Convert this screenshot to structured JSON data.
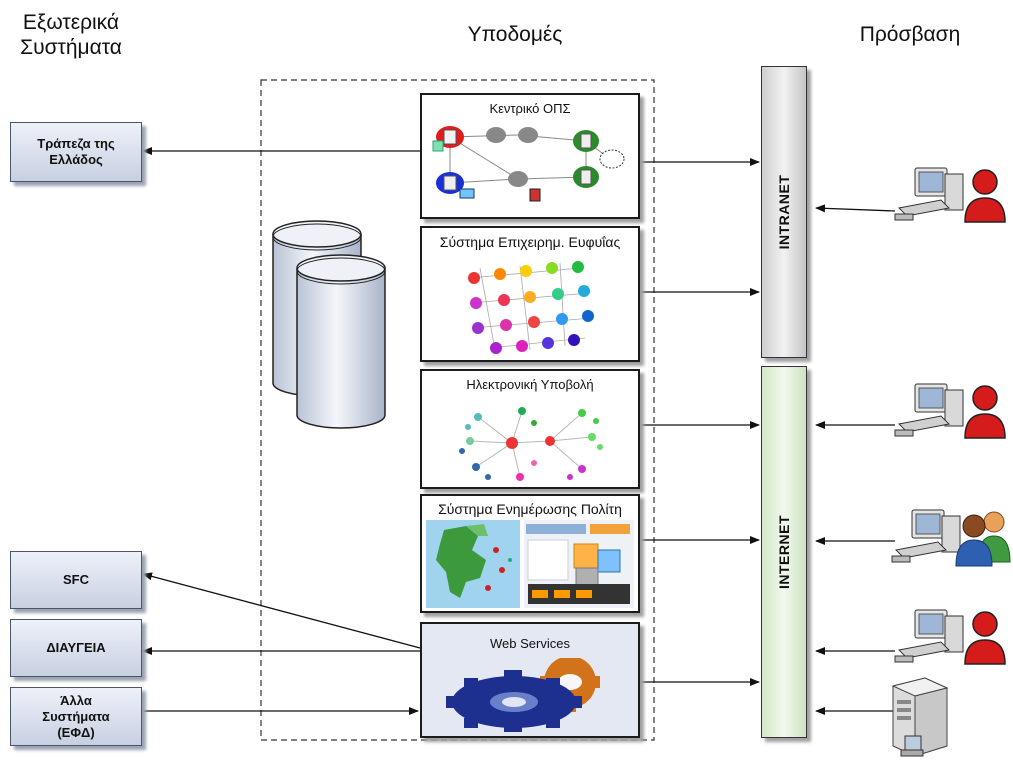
{
  "headers": {
    "external_line1": "Εξωτερικά",
    "external_line2": "Συστήματα",
    "infrastructure": "Υποδομές",
    "access": "Πρόσβαση"
  },
  "external_systems": {
    "bank_line1": "Τράπεζα της",
    "bank_line2": "Ελλάδος",
    "sfc": "SFC",
    "diavgeia": "ΔΙΑΥΓΕΙΑ",
    "other_line1": "Άλλα",
    "other_line2": "Συστήματα",
    "other_line3": "(ΕΦΔ)"
  },
  "infrastructure_systems": {
    "central_ops": "Κεντρικό ΟΠΣ",
    "business_intelligence": "Σύστημα Επιχειρημ. Ευφυΐας",
    "electronic_submission": "Ηλεκτρονική Υποβολή",
    "citizen_info": "Σύστημα Ενημέρωσης Πολίτη",
    "web_services": "Web Services"
  },
  "networks": {
    "intranet": "INTRANET",
    "internet": "INTERNET"
  },
  "colors": {
    "external_box_top": "#eef1f8",
    "external_box_bottom": "#c7d0e2",
    "web_services_fill": "#e3e8f3",
    "intranet_fill": "#d8d8d8",
    "internet_fill": "#e1efd9",
    "user_red": "#d61b1b",
    "user_green": "#3f9b3f"
  }
}
